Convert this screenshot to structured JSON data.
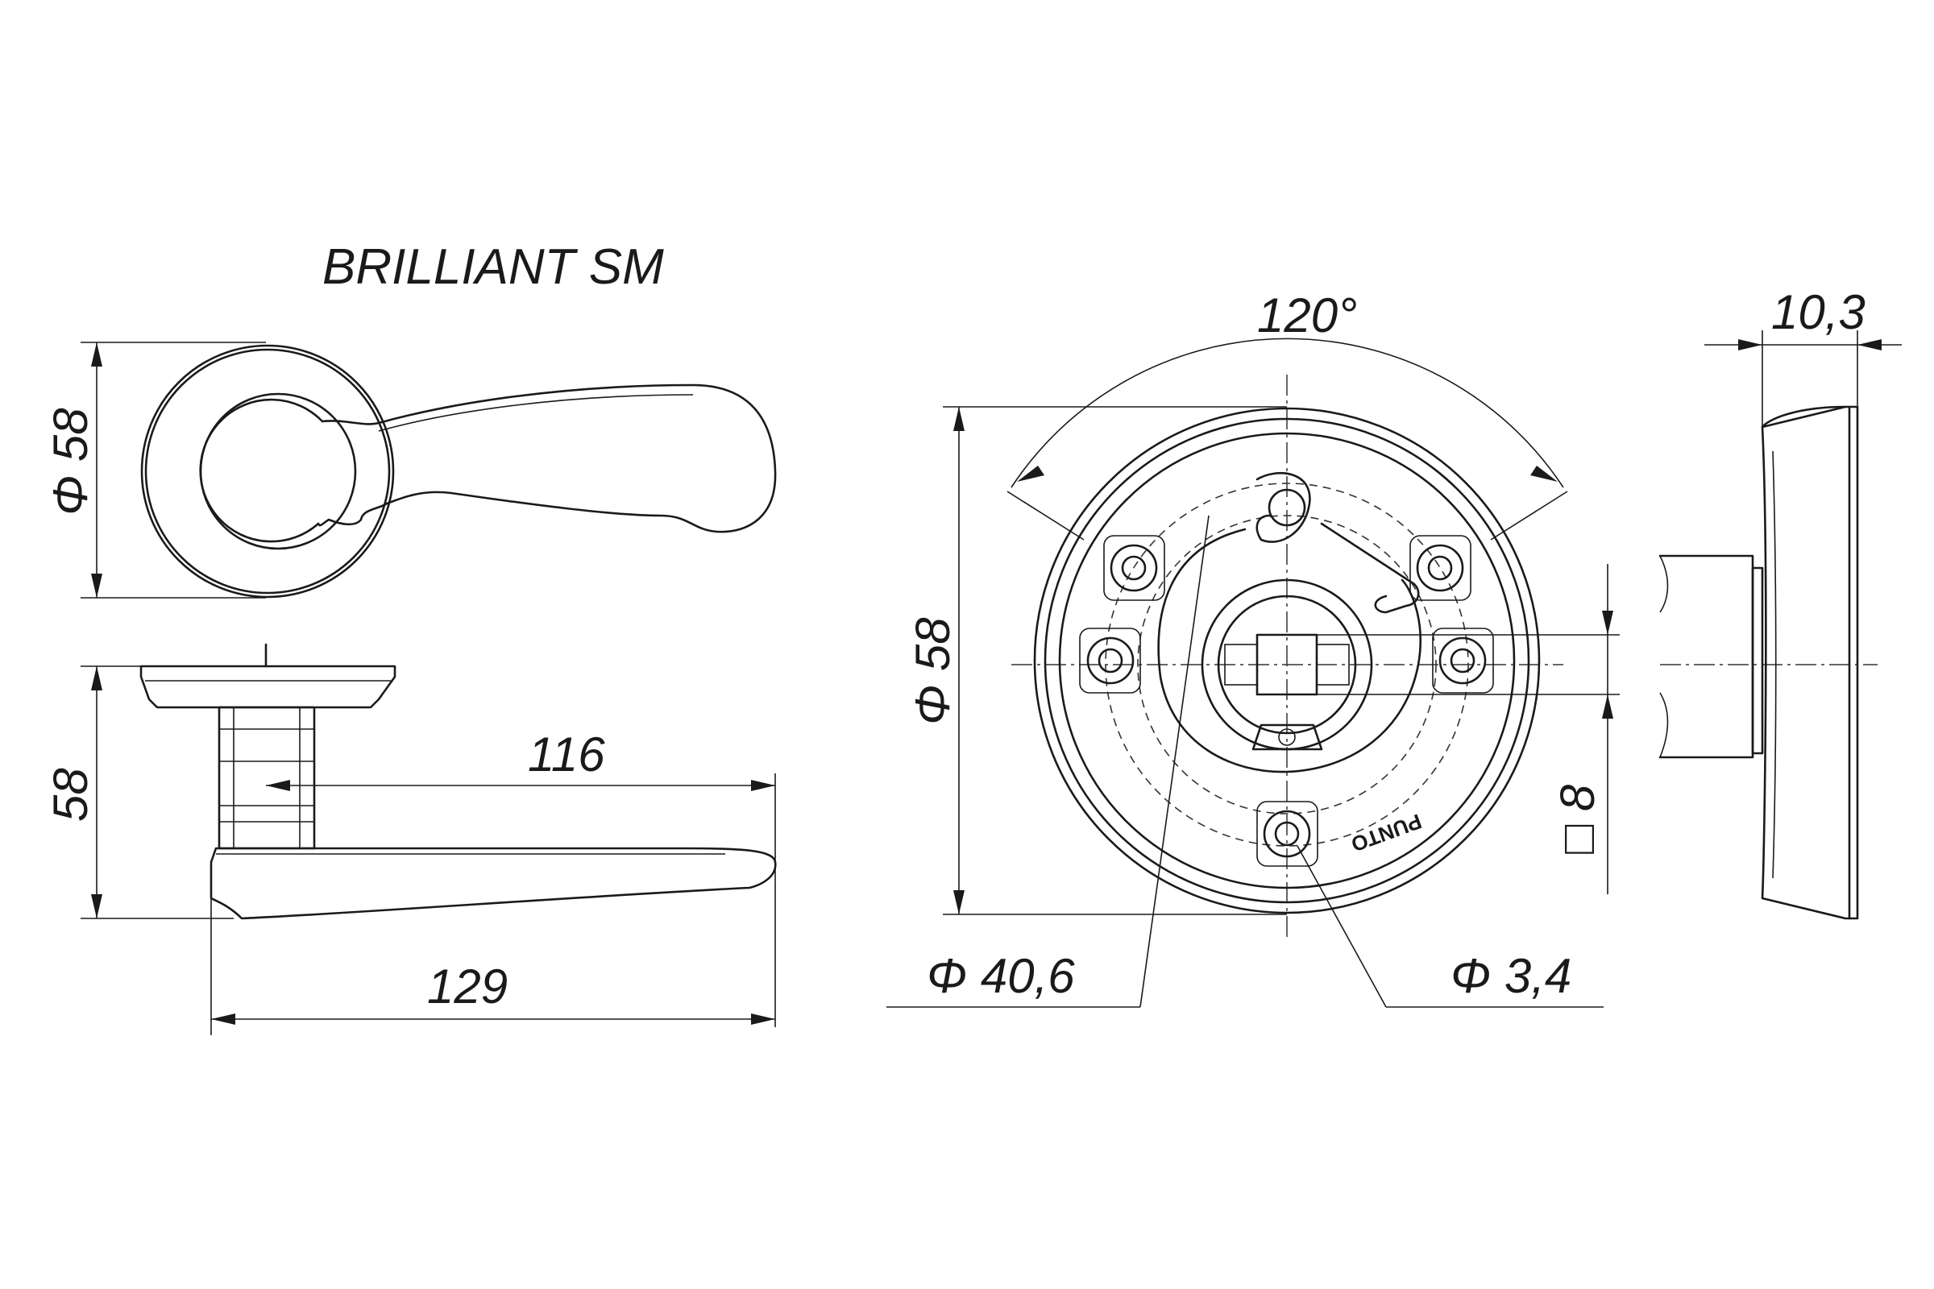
{
  "title": "BRILLIANT SM",
  "dimensions": {
    "rosette_diameter_left": "Φ 58",
    "handle_height": "58",
    "handle_reach": "116",
    "handle_length": "129",
    "angle": "120°",
    "rosette_diameter_front": "Φ 58",
    "inner_diameter": "Φ 40,6",
    "hole_diameter": "Φ 3,4",
    "spindle_square": "□ 8",
    "rosette_thickness": "10,3"
  },
  "brand_mark": "PUNTO"
}
